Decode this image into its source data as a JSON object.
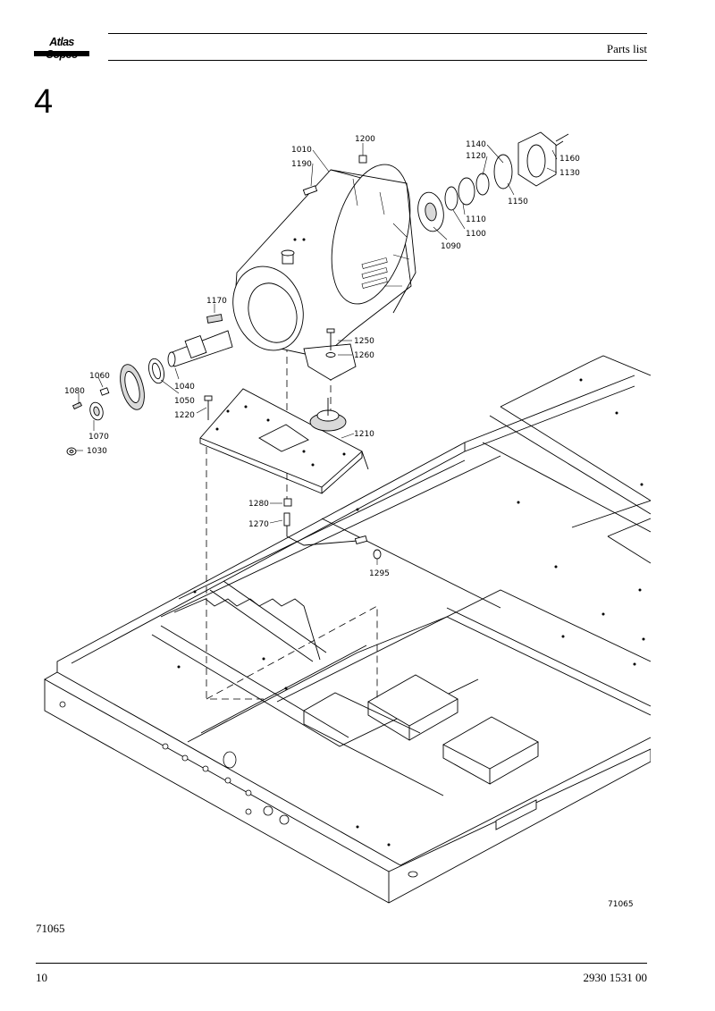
{
  "header": {
    "logo_text": "Atlas Copco",
    "title": "Parts list"
  },
  "section": {
    "number": "4"
  },
  "drawing": {
    "id_label": "71065",
    "part_labels": [
      "1010",
      "1190",
      "1200",
      "1140",
      "1120",
      "1160",
      "1130",
      "1150",
      "1110",
      "1100",
      "1090",
      "1170",
      "1250",
      "1260",
      "1060",
      "1080",
      "1040",
      "1050",
      "1220",
      "1070",
      "1030",
      "1210",
      "1280",
      "1270",
      "1295"
    ]
  },
  "figure": {
    "caption": "71065"
  },
  "footer": {
    "page_number": "10",
    "doc_number": "2930 1531 00"
  }
}
